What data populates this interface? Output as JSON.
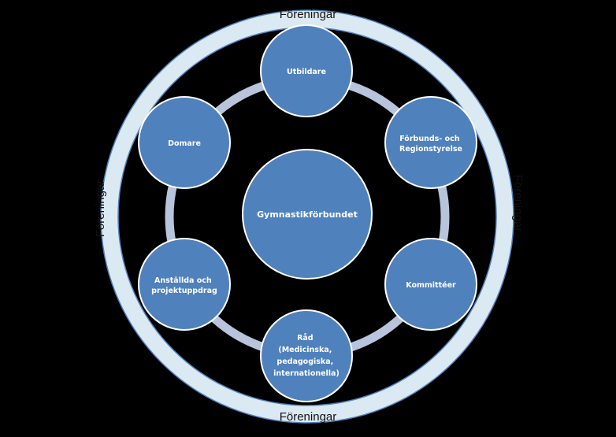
{
  "diagram": {
    "outer_ring_labels": {
      "top": "Föreningar",
      "bottom": "Föreningar",
      "left": "Föreningar",
      "right": "Föreningar"
    },
    "center": {
      "label": "Gymnastikförbundet"
    },
    "nodes": [
      {
        "id": "utbildare",
        "lines": [
          "Utbildare"
        ]
      },
      {
        "id": "forbunds",
        "lines": [
          "Förbunds- och",
          "Regionstyrelse"
        ]
      },
      {
        "id": "kommitteer",
        "lines": [
          "Kommittéer"
        ]
      },
      {
        "id": "rad",
        "lines": [
          "Råd",
          "(Medicinska,",
          "pedagogiska,",
          "internationella)"
        ]
      },
      {
        "id": "anstallda",
        "lines": [
          "Anställda och",
          "projektuppdrag"
        ]
      },
      {
        "id": "domare",
        "lines": [
          "Domare"
        ]
      }
    ],
    "colors": {
      "background": "#000000",
      "outer_ring": "#dbe9f2",
      "outer_ring_stroke": "#4f81bd",
      "connector_ring": "#b8c4dc",
      "node_fill": "#4f81bd",
      "node_stroke": "#ffffff"
    }
  }
}
